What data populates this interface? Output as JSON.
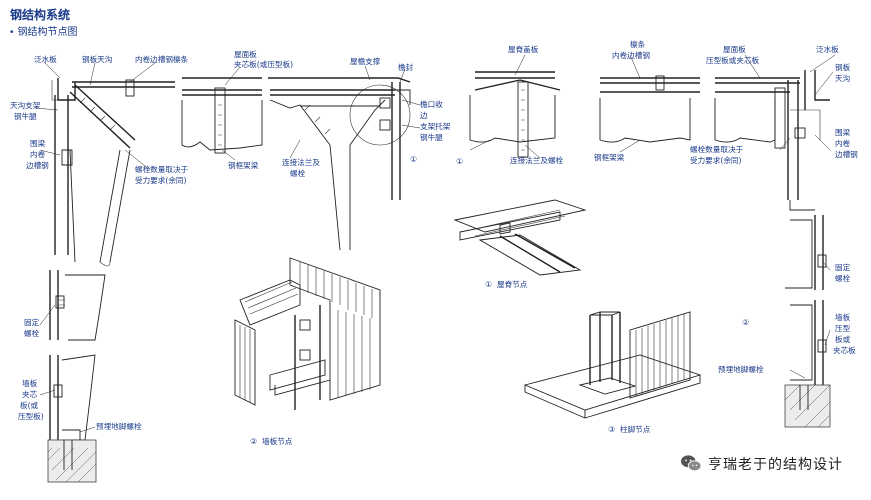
{
  "header": {
    "title": "钢结构系统",
    "subtitle": "钢结构节点图",
    "bullet": "•"
  },
  "labels": {
    "fanshuiban_left": "泛水板",
    "gangban_tiangou": "钢板天沟",
    "neijuanbian_lintiao": "内卷边槽钢檩条",
    "wumianban_left": "屋面板",
    "jiaxinban_left": "夹芯板(或压型板)",
    "wuyan_zhicheng": "屋檐支撑",
    "yanfeng": "檐封",
    "tiangou_zhijia": "天沟支架",
    "gang_niutui": "钢牛腿",
    "weiliang_left": "围梁",
    "neijuan": "内卷",
    "biancaogang": "边槽钢",
    "luoshuan_shuliang_left": "螺栓数量取决于",
    "shouli_yaoqiu_left": "受力要求(余同)",
    "gangkuangjia_liang_left": "钢框架梁",
    "lianjie_falan_left": "连接法兰及",
    "luoshuan_left": "螺栓",
    "yankou_shou": "檐口收",
    "bian_label": "边",
    "zhijia_tuojia": "支架托架",
    "gang_niutui2": "钢牛腿",
    "circle1_a": "①",
    "wuji_gaiban": "屋脊盖板",
    "lintiao": "檩条",
    "neijuan_caogang": "内卷边槽钢",
    "wumianban_right": "屋面板",
    "yaxingban_right": "压型板或夹芯板",
    "fanshuiban_right": "泛水板",
    "gangban_right": "钢板",
    "tiangou_right": "天沟",
    "circle1_b": "①",
    "lianjie_falan_right": "连接法兰及螺栓",
    "gangkuangjia_liang_right": "钢框架梁",
    "luoshuan_shuliang_right": "螺栓数量取决于",
    "shouli_yaoqiu_right": "受力要求(余同)",
    "weiliang_right": "围梁",
    "neijuan_right": "内卷",
    "biancaogang_right": "边槽钢",
    "guding_luoshuan_left_a": "固定",
    "guding_luoshuan_left_b": "螺栓",
    "guding_luoshuan_right_a": "固定",
    "guding_luoshuan_right_b": "螺栓",
    "qiangban_left_1": "墙板",
    "qiangban_left_2": "夹芯",
    "qiangban_left_3": "板(或",
    "qiangban_left_4": "压型板)",
    "yumai_left": "预埋地脚螺栓",
    "circle2_qb": "②",
    "qiangban_jiedian": "墙板节点",
    "circle1_wj": "①",
    "wuji_jiedian": "屋脊节点",
    "circle3_zj": "③",
    "zhujiao_jiedian": "柱脚节点",
    "circle2_r": "②",
    "qiangban_right_1": "墙板",
    "qiangban_right_2": "压型",
    "qiangban_right_3": "板或",
    "qiangban_right_4": "夹芯板",
    "yumai_right": "预埋地脚螺栓"
  },
  "watermark": {
    "text": "亨瑞老于的结构设计",
    "icon": "wechat-icon"
  }
}
